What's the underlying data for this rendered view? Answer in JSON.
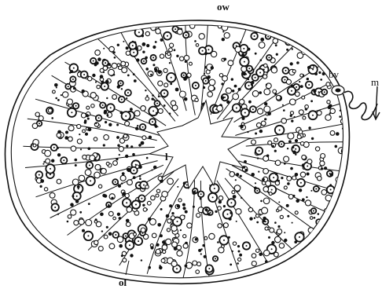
{
  "labels": {
    "outer_wall": "ow",
    "blood_vessel": "bv",
    "mesentery": "m",
    "lumen": "l",
    "ovarian_lamella": "ol"
  },
  "colors": {
    "ink": "#111111",
    "paper": "#ffffff"
  }
}
